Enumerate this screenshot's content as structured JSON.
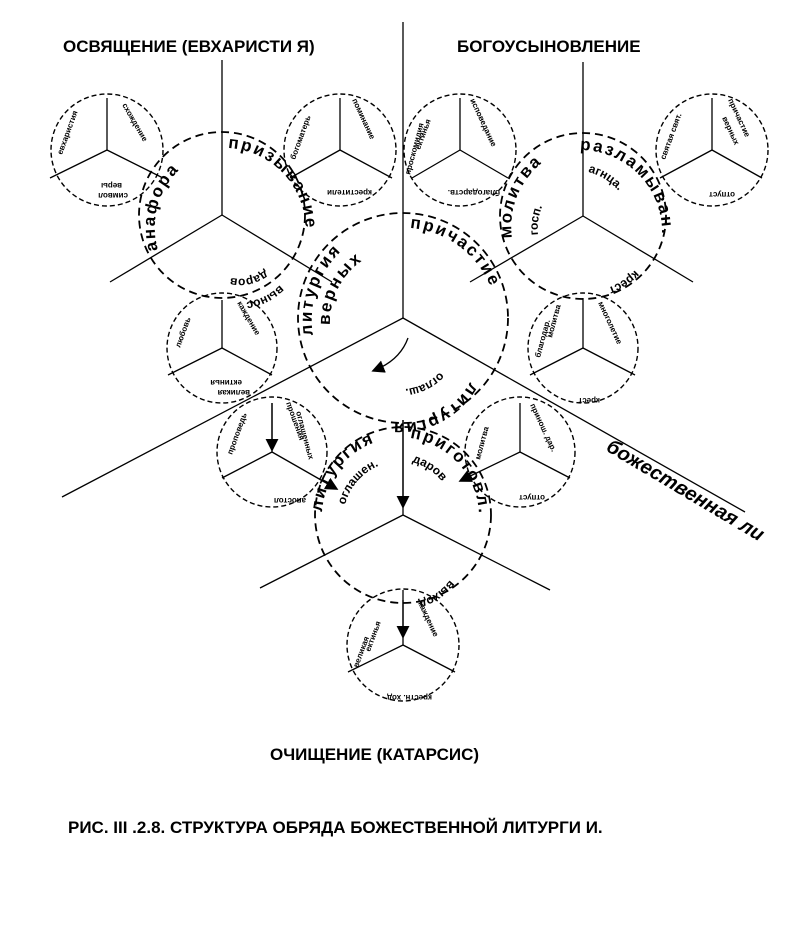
{
  "headings": {
    "top_left": "ОСВЯЩЕНИЕ (ЕВХАРИСТИ Я)",
    "top_right": "БОГОУСЫНОВЛЕНИЕ",
    "bottom": "ОЧИЩЕНИЕ (КАТАРСИС)",
    "caption": "РИС. III .2.8. СТРУКТУРА ОБРЯДА БОЖЕСТВЕННОЙ ЛИТУРГИ  И."
  },
  "center": {
    "upper_left": "литургия",
    "upper_left_2": "верных",
    "upper_right": "причастие",
    "bottom": "литургия",
    "bottom_2": "оглаш."
  },
  "axis_label": "божественная литургия",
  "left_branch": {
    "upper_left": "анафора",
    "upper_right": "призывание",
    "bottom": "вынос",
    "bottom_2": "даров"
  },
  "right_branch": {
    "upper_left": "молитва",
    "upper_left_2": "госп.",
    "upper_right": "разламыван.",
    "upper_right_2": "агнца.",
    "bottom": "крест"
  },
  "bottom_branch": {
    "upper_left": "литургия",
    "upper_left_2": "оглашен.",
    "upper_right": "приготовл.",
    "upper_right_2": "даров",
    "bottom": "выход"
  },
  "small_circles": {
    "top_left": {
      "a": "евхаристия",
      "b": "схождение",
      "c": "символ",
      "d": "веры"
    },
    "top_mid": {
      "a": "богоматерь",
      "b": "поминание",
      "c": "крестители"
    },
    "top_right_a": {
      "a": "проскомидия",
      "b": "исповедание",
      "c": "ектинья",
      "d": "благодарств."
    },
    "top_right_b": {
      "a": "святая свят.",
      "b": "причастие",
      "c": "верных",
      "d": "отпуст"
    },
    "left_mid": {
      "a": "любовь",
      "b": "каждение",
      "c": "великая",
      "d": "ектинья"
    },
    "right_mid": {
      "a": "благодар.",
      "b": "многолетие",
      "c": "молитва",
      "d": "крест"
    },
    "left_low": {
      "a": "проповедь",
      "b": "прошения",
      "c": "оглашенных",
      "d": "апостол"
    },
    "right_low": {
      "a": "молитва",
      "b": "принош. дар.",
      "c": "отпуст"
    },
    "bottom": {
      "a": "великая",
      "b": "ектинья",
      "c": "каждение",
      "d": "крестн. ход"
    }
  }
}
